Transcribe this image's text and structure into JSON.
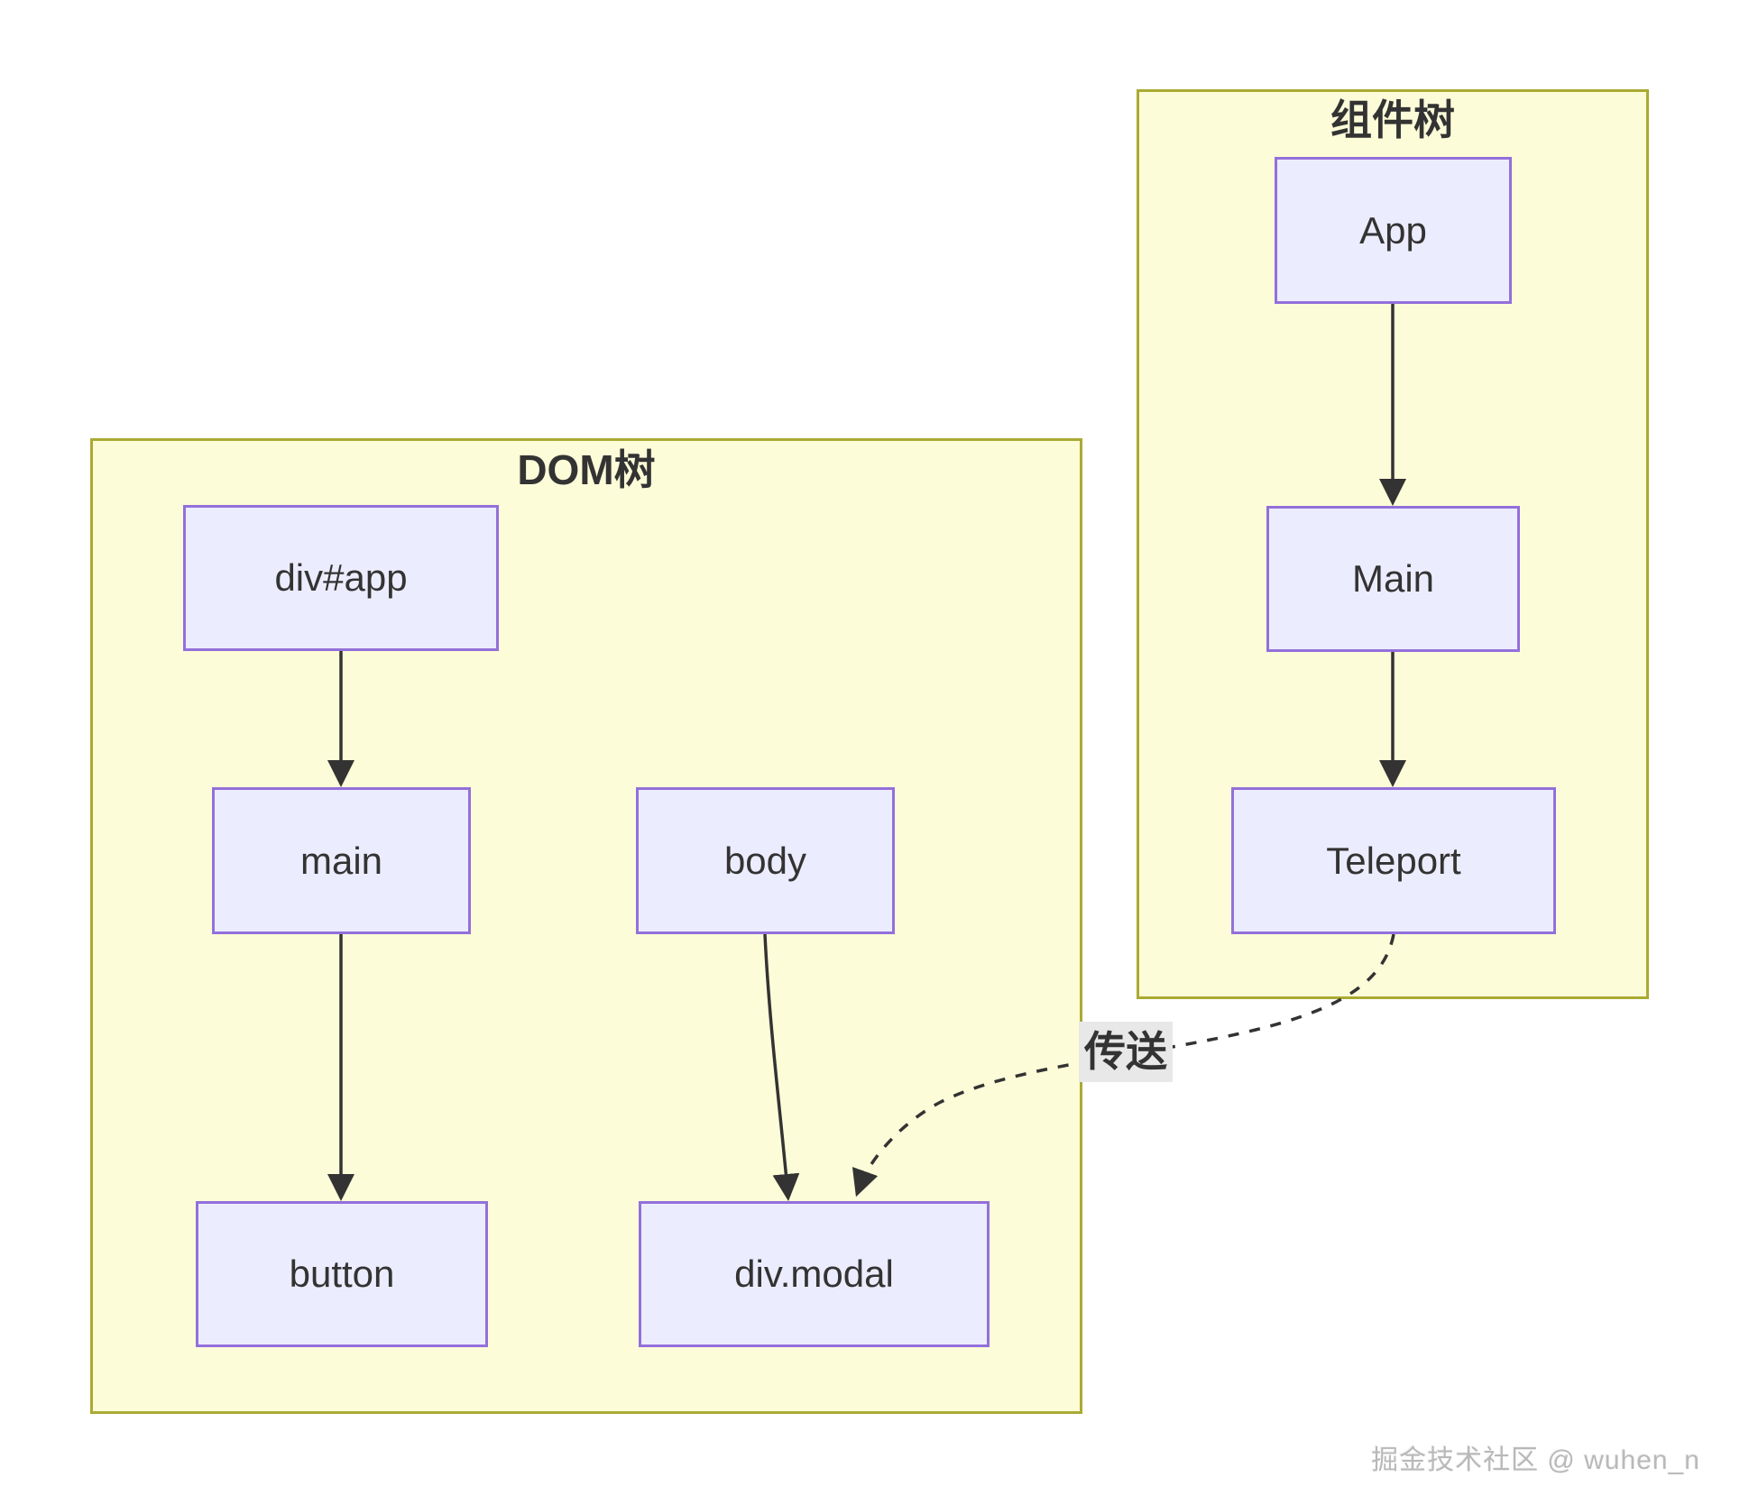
{
  "panels": {
    "dom": {
      "title": "DOM树"
    },
    "component": {
      "title": "组件树"
    }
  },
  "nodes": {
    "div_app": {
      "label": "div#app"
    },
    "main_el": {
      "label": "main"
    },
    "button_el": {
      "label": "button"
    },
    "body_el": {
      "label": "body"
    },
    "div_modal": {
      "label": "div.modal"
    },
    "app_comp": {
      "label": "App"
    },
    "main_comp": {
      "label": "Main"
    },
    "teleport_comp": {
      "label": "Teleport"
    }
  },
  "edges": {
    "teleport_to_modal_label": "传送",
    "connections": [
      {
        "from": "div#app",
        "to": "main",
        "style": "solid"
      },
      {
        "from": "main",
        "to": "button",
        "style": "solid"
      },
      {
        "from": "body",
        "to": "div.modal",
        "style": "solid"
      },
      {
        "from": "App",
        "to": "Main",
        "style": "solid"
      },
      {
        "from": "Main",
        "to": "Teleport",
        "style": "solid"
      },
      {
        "from": "Teleport",
        "to": "div.modal",
        "style": "dashed",
        "label": "传送"
      }
    ]
  },
  "watermark": "掘金技术社区 @ wuhen_n",
  "colors": {
    "panel_fill": "#fdfcd8",
    "panel_border": "#aaaa33",
    "node_fill": "#ececff",
    "node_border": "#9370db",
    "edge": "#333333",
    "edge_label_bg": "#e8e8e8",
    "text": "#333333",
    "watermark_text": "#b9b9b9"
  }
}
